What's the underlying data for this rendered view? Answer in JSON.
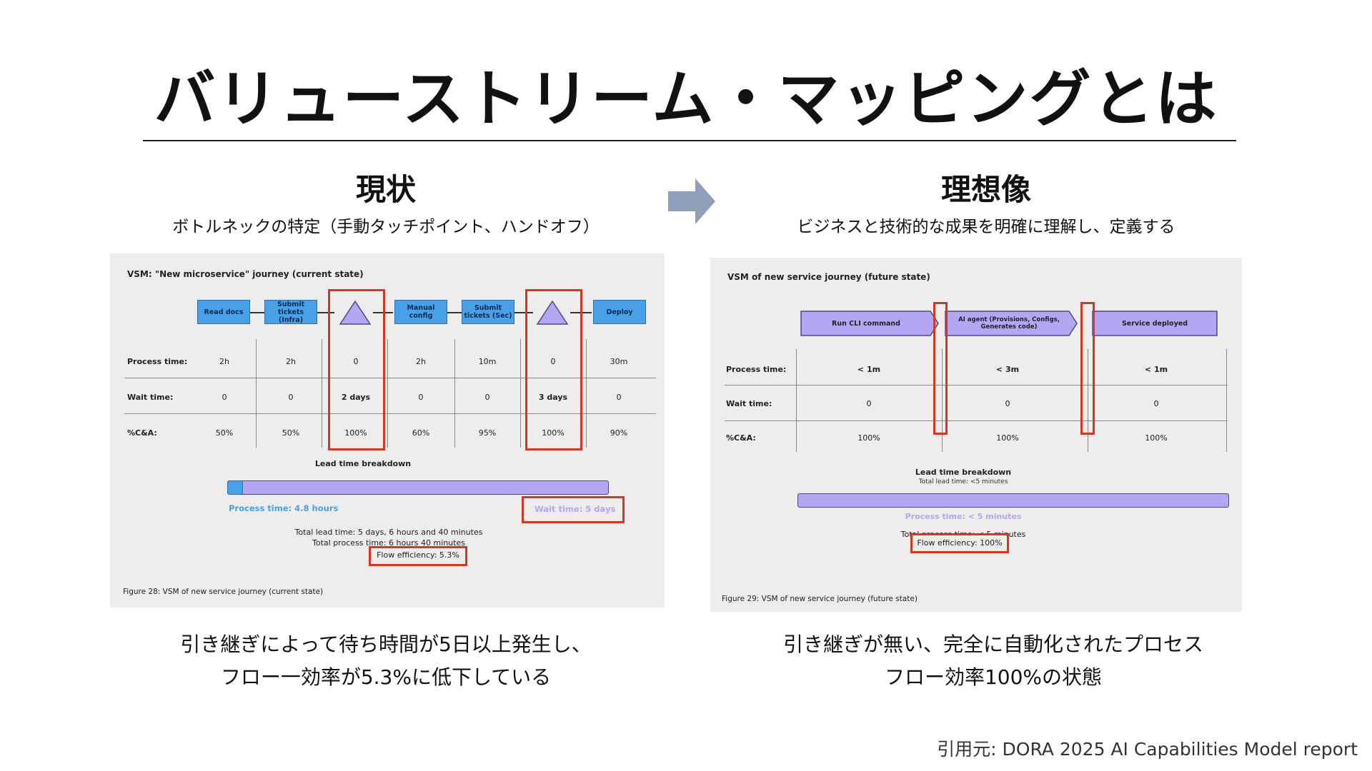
{
  "title": "バリューストリーム・マッピングとは",
  "left": {
    "heading": "現状",
    "subheading": "ボトルネックの特定（手動タッチポイント、ハンドオフ）",
    "caption_line1": "引き継ぎによって待ち時間が5日以上発生し、",
    "caption_line2": "フロー一効率が5.3%に低下している",
    "panel": {
      "title": "VSM: \"New microservice\" journey (current state)",
      "steps": [
        "Read docs",
        "Submit tickets (Infra)",
        "",
        "Manual config",
        "Submit tickets (Sec)",
        "",
        "Deploy"
      ],
      "row_labels": [
        "Process time:",
        "Wait time:",
        "%C&A:"
      ],
      "process": [
        "2h",
        "2h",
        "0",
        "2h",
        "10m",
        "0",
        "30m"
      ],
      "wait": [
        "0",
        "0",
        "2 days",
        "0",
        "0",
        "3 days",
        "0"
      ],
      "ca": [
        "50%",
        "50%",
        "100%",
        "60%",
        "95%",
        "100%",
        "90%"
      ],
      "lead_title": "Lead time breakdown",
      "process_time_label": "Process time: 4.8 hours",
      "wait_time_label": "Wait time: 5 days",
      "total_lead": "Total lead time: 5 days, 6 hours and 40 minutes",
      "total_process": "Total process time: 6 hours 40 minutes",
      "flow_eff": "Flow efficiency:  5.3%",
      "figure": "Figure 28: VSM of new service journey (current state)"
    }
  },
  "right": {
    "heading": "理想像",
    "subheading": "ビジネスと技術的な成果を明確に理解し、定義する",
    "caption_line1": "引き継ぎが無い、完全に自動化されたプロセス",
    "caption_line2": "フロー効率100%の状態",
    "panel": {
      "title": "VSM of new service journey (future state)",
      "steps": [
        "Run CLI command",
        "AI agent (Provisions, Configs, Generates code)",
        "Service deployed"
      ],
      "row_labels": [
        "Process time:",
        "Wait time:",
        "%C&A:"
      ],
      "process": [
        "< 1m",
        "< 3m",
        "< 1m"
      ],
      "wait": [
        "0",
        "0",
        "0"
      ],
      "ca": [
        "100%",
        "100%",
        "100%"
      ],
      "lead_title": "Lead time breakdown",
      "lead_sub": "Total lead time: <5 minutes",
      "process_time_label": "Process time: < 5 minutes",
      "total_process": "Total process time: < 5 minutes",
      "flow_eff": "Flow efficiency: 100%",
      "figure": "Figure 29: VSM of new service journey (future state)"
    }
  },
  "citation": "引用元: DORA 2025 AI Capabilities Model report",
  "colors": {
    "accent_red": "#d03a22",
    "step_blue": "#4aa0e6",
    "step_purple": "#b4a6f2",
    "arrow_gray": "#8fa0ba",
    "panel_bg": "#eeecec"
  }
}
